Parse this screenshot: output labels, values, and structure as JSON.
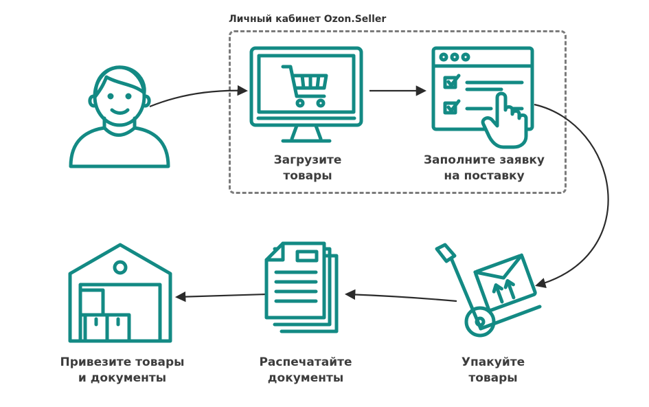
{
  "group": {
    "title": "Личный кабинет Ozon.Seller"
  },
  "steps": [
    {
      "id": "upload",
      "lines": [
        "Загрузите",
        "товары"
      ],
      "icon": "monitor-cart-icon"
    },
    {
      "id": "application",
      "lines": [
        "Заполните заявку",
        "на поставку"
      ],
      "icon": "checklist-hand-icon"
    },
    {
      "id": "pack",
      "lines": [
        "Упакуйте",
        "товары"
      ],
      "icon": "hand-truck-box-icon"
    },
    {
      "id": "print",
      "lines": [
        "Распечатайте",
        "документы"
      ],
      "icon": "documents-icon"
    },
    {
      "id": "deliver",
      "lines": [
        "Привезите товары",
        "и документы"
      ],
      "icon": "warehouse-icon"
    }
  ],
  "actor": {
    "icon": "user-icon"
  },
  "colors": {
    "accent": "#138a84",
    "text": "#3d3d3d",
    "arrow": "#2b2b2b",
    "dash": "#7b7b7b"
  }
}
